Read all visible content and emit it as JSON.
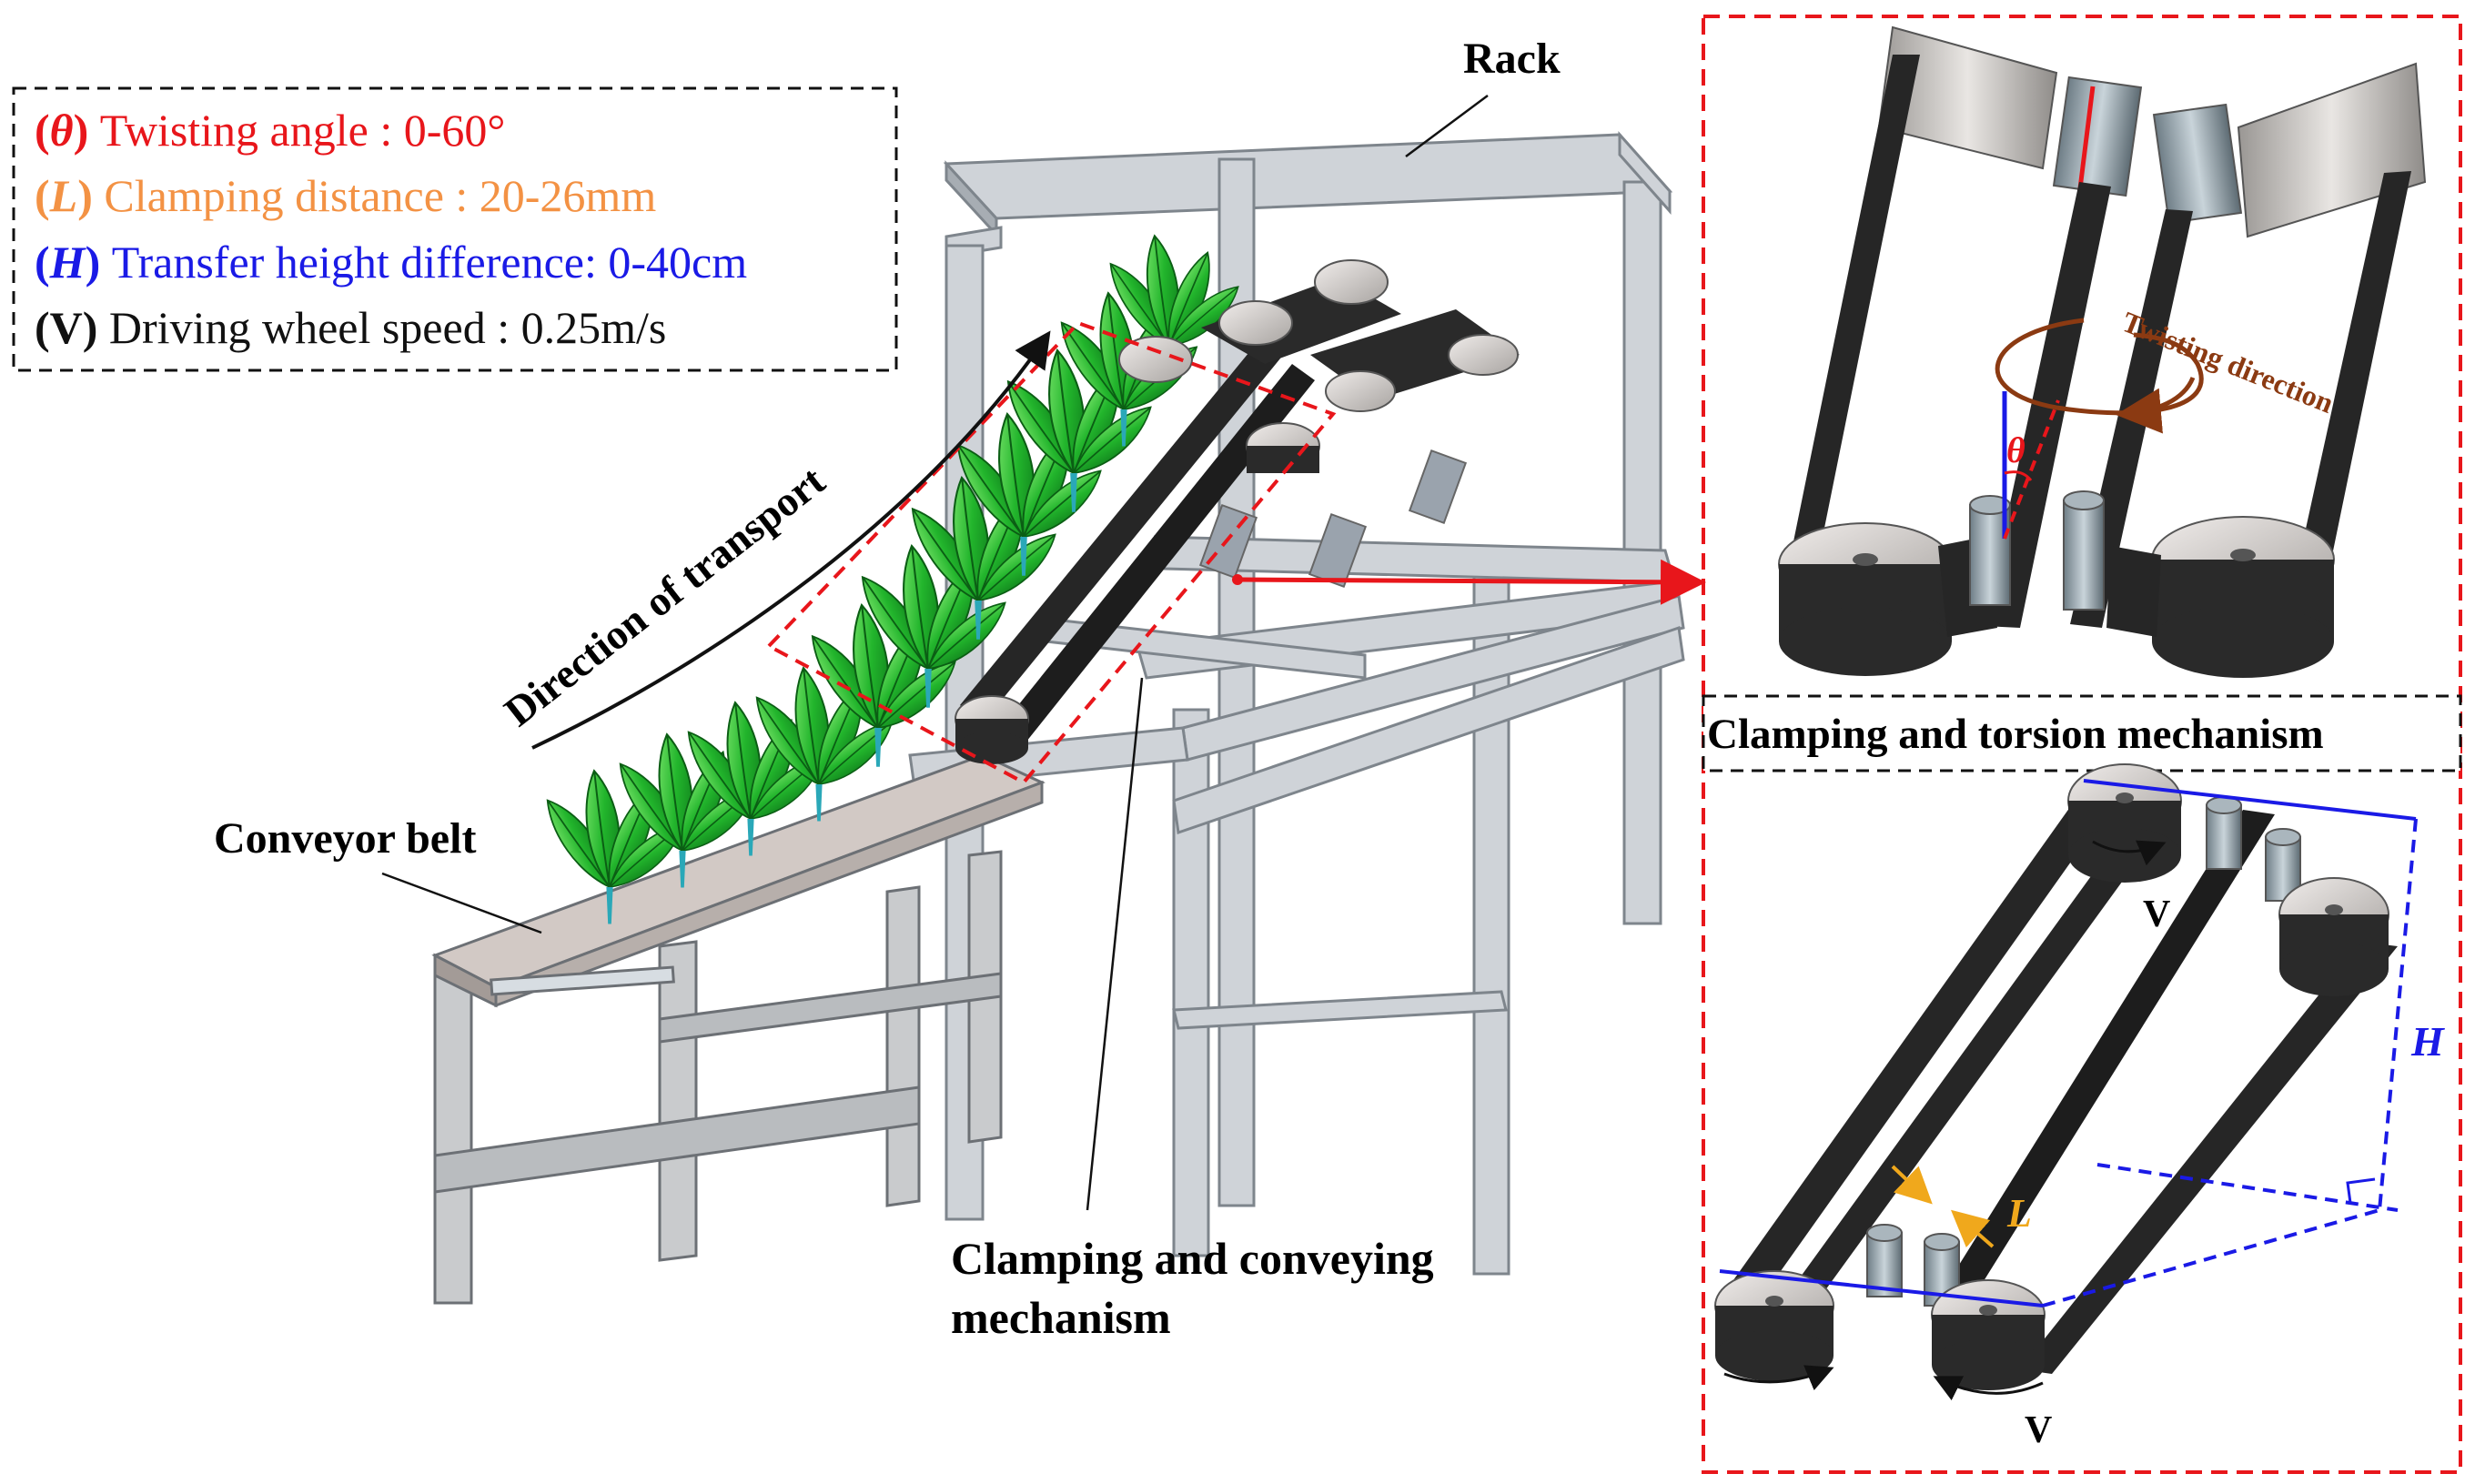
{
  "parameters": [
    {
      "symbol": "θ",
      "label": "Twisting angle :  0-60°",
      "color": "#e8161b"
    },
    {
      "symbol": "L",
      "label": "Clamping distance : 20-26mm",
      "color": "#f39244"
    },
    {
      "symbol": "H",
      "label": "Transfer height difference: 0-40cm",
      "color": "#1a1ae6"
    },
    {
      "symbol": "V",
      "label": "Driving wheel speed : 0.25m/s",
      "color": "#111111"
    }
  ],
  "labels": {
    "rack": "Rack",
    "transport": "Direction of transport",
    "conveyor": "Conveyor belt",
    "clamp_convey_1": "Clamping and conveying",
    "clamp_convey_2": "mechanism",
    "torsion": "Clamping and torsion mechanism",
    "twisting": "Twisting direction",
    "theta": "θ",
    "v_top": "V",
    "v_bottom": "V",
    "h": "H",
    "l": "L"
  },
  "colors": {
    "red_dash": "#e8161b",
    "black_dash": "#111111",
    "blue": "#1a1ae6",
    "orange": "#f0a81c",
    "brown": "#8b3a12",
    "leaf": "#1db02a",
    "frame": "#c8ccd1",
    "belt": "#262626"
  }
}
